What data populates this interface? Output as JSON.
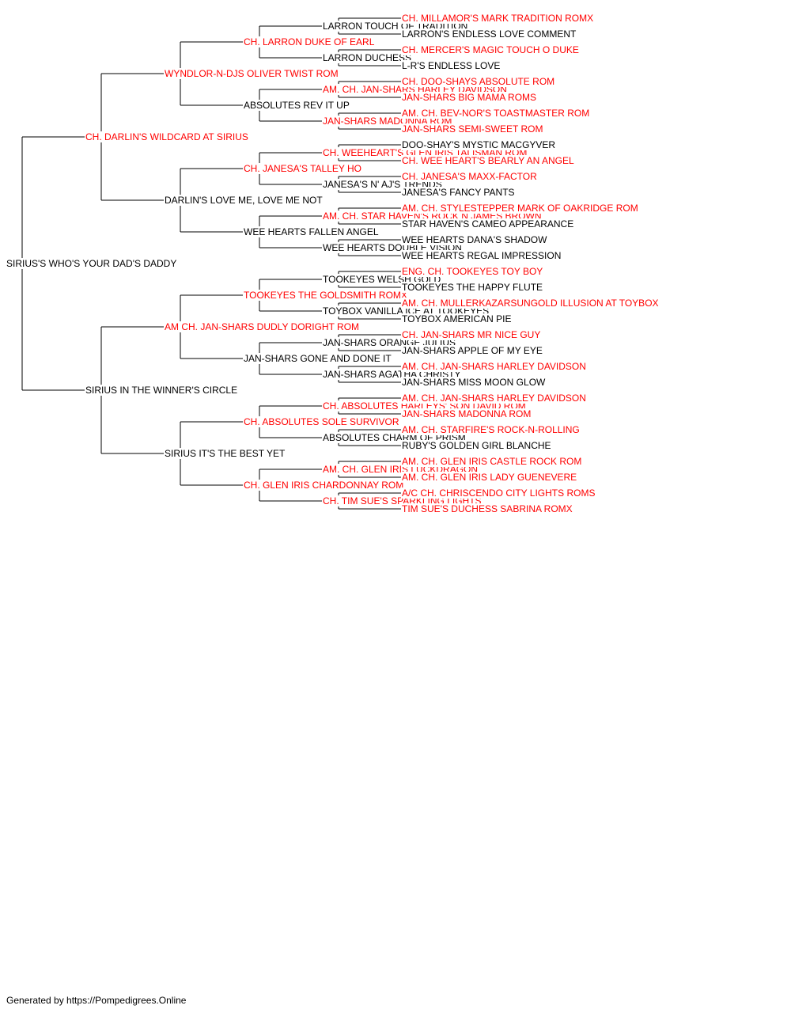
{
  "colors": {
    "champion": "#ff0000",
    "normal": "#000000",
    "line": "#000000"
  },
  "footer": "Generated by https://Pompedigrees.Online",
  "pedigree": {
    "name": "SIRIUS'S WHO'S YOUR DAD'S DADDY",
    "ch": false,
    "sire": {
      "name": "CH. DARLIN'S WILDCARD AT SIRIUS",
      "ch": true,
      "sire": {
        "name": "WYNDLOR-N-DJS OLIVER TWIST ROM",
        "ch": true,
        "sire": {
          "name": "CH. LARRON DUKE OF EARL",
          "ch": true,
          "sire": {
            "name": "LARRON TOUCH OF TRADITION",
            "ch": false,
            "sire": {
              "name": "CH. MILLAMOR'S MARK TRADITION ROMX",
              "ch": true
            },
            "dam": {
              "name": "LARRON'S ENDLESS LOVE COMMENT",
              "ch": false
            }
          },
          "dam": {
            "name": "LARRON DUCHESS",
            "ch": false,
            "sire": {
              "name": "CH. MERCER'S MAGIC TOUCH O DUKE",
              "ch": true
            },
            "dam": {
              "name": "L-R'S ENDLESS LOVE",
              "ch": false
            }
          }
        },
        "dam": {
          "name": "ABSOLUTES REV IT UP",
          "ch": false,
          "sire": {
            "name": "AM. CH. JAN-SHARS HARLEY DAVIDSON",
            "ch": true,
            "sire": {
              "name": "CH. DOO-SHAYS ABSOLUTE ROM",
              "ch": true
            },
            "dam": {
              "name": "JAN-SHARS BIG MAMA ROMS",
              "ch": true
            }
          },
          "dam": {
            "name": "JAN-SHARS MADONNA ROM",
            "ch": true,
            "sire": {
              "name": "AM. CH. BEV-NOR'S TOASTMASTER ROM",
              "ch": true
            },
            "dam": {
              "name": "JAN-SHARS SEMI-SWEET ROM",
              "ch": true
            }
          }
        }
      },
      "dam": {
        "name": "DARLIN'S LOVE ME, LOVE ME NOT",
        "ch": false,
        "sire": {
          "name": "CH. JANESA'S TALLEY HO",
          "ch": true,
          "sire": {
            "name": "CH. WEEHEART'S GLEN IRIS TALISMAN ROM",
            "ch": true,
            "sire": {
              "name": "DOO-SHAY'S MYSTIC MACGYVER",
              "ch": false
            },
            "dam": {
              "name": "CH. WEE HEART'S BEARLY AN ANGEL",
              "ch": true
            }
          },
          "dam": {
            "name": "JANESA'S N' AJ'S TRENDS",
            "ch": false,
            "sire": {
              "name": "CH. JANESA'S MAXX-FACTOR",
              "ch": true
            },
            "dam": {
              "name": "JANESA'S FANCY PANTS",
              "ch": false
            }
          }
        },
        "dam": {
          "name": "WEE HEARTS FALLEN ANGEL",
          "ch": false,
          "sire": {
            "name": "AM. CH. STAR HAVEN'S ROCK N JAMES BROWN",
            "ch": true,
            "sire": {
              "name": "AM. CH. STYLESTEPPER MARK OF OAKRIDGE ROM",
              "ch": true
            },
            "dam": {
              "name": "STAR HAVEN'S CAMEO APPEARANCE",
              "ch": false
            }
          },
          "dam": {
            "name": "WEE HEARTS DOUBLE VISION",
            "ch": false,
            "sire": {
              "name": "WEE HEARTS DANA'S SHADOW",
              "ch": false
            },
            "dam": {
              "name": "WEE HEARTS REGAL IMPRESSION",
              "ch": false
            }
          }
        }
      }
    },
    "dam": {
      "name": "SIRIUS IN THE WINNER'S CIRCLE",
      "ch": false,
      "sire": {
        "name": "AM CH. JAN-SHARS DUDLY DORIGHT ROM",
        "ch": true,
        "sire": {
          "name": "TOOKEYES THE GOLDSMITH ROMX",
          "ch": true,
          "sire": {
            "name": "TOOKEYES WELSH GOLD",
            "ch": false,
            "sire": {
              "name": "ENG. CH. TOOKEYES TOY BOY",
              "ch": true
            },
            "dam": {
              "name": "TOOKEYES THE HAPPY FLUTE",
              "ch": false
            }
          },
          "dam": {
            "name": "TOYBOX VANILLA ICE AT TOOKEYES",
            "ch": false,
            "sire": {
              "name": "AM. CH. MULLERKAZARSUNGOLD ILLUSION AT TOYBOX",
              "ch": true
            },
            "dam": {
              "name": "TOYBOX AMERICAN PIE",
              "ch": false
            }
          }
        },
        "dam": {
          "name": "JAN-SHARS GONE AND DONE IT",
          "ch": false,
          "sire": {
            "name": "JAN-SHARS ORANGE JULIUS",
            "ch": false,
            "sire": {
              "name": "CH. JAN-SHARS MR NICE GUY",
              "ch": true
            },
            "dam": {
              "name": "JAN-SHARS APPLE OF MY EYE",
              "ch": false
            }
          },
          "dam": {
            "name": "JAN-SHARS AGATHA CHRISTY",
            "ch": false,
            "sire": {
              "name": "AM. CH. JAN-SHARS HARLEY DAVIDSON",
              "ch": true
            },
            "dam": {
              "name": "JAN-SHARS MISS MOON GLOW",
              "ch": false
            }
          }
        }
      },
      "dam": {
        "name": "SIRIUS IT'S THE BEST YET",
        "ch": false,
        "sire": {
          "name": "CH. ABSOLUTES SOLE SURVIVOR",
          "ch": true,
          "sire": {
            "name": "CH. ABSOLUTES HARLEYS' SON DAVID ROM",
            "ch": true,
            "sire": {
              "name": "AM. CH. JAN-SHARS HARLEY DAVIDSON",
              "ch": true
            },
            "dam": {
              "name": "JAN-SHARS MADONNA ROM",
              "ch": true
            }
          },
          "dam": {
            "name": "ABSOLUTES CHARM OF PRISM",
            "ch": false,
            "sire": {
              "name": "AM. CH. STARFIRE'S ROCK-N-ROLLING",
              "ch": true
            },
            "dam": {
              "name": "RUBY'S GOLDEN GIRL BLANCHE",
              "ch": false
            }
          }
        },
        "dam": {
          "name": "CH. GLEN IRIS CHARDONNAY ROM",
          "ch": true,
          "sire": {
            "name": "AM. CH. GLEN IRIS LUCKDRAGON",
            "ch": true,
            "sire": {
              "name": "AM. CH. GLEN IRIS CASTLE ROCK ROM",
              "ch": true
            },
            "dam": {
              "name": "AM. CH. GLEN IRIS LADY GUENEVERE",
              "ch": true
            }
          },
          "dam": {
            "name": "CH. TIM SUE'S SPARKLING LIGHTS",
            "ch": true,
            "sire": {
              "name": "A/C CH. CHRISCENDO CITY LIGHTS ROMS",
              "ch": true
            },
            "dam": {
              "name": "TIM SUE'S DUCHESS SABRINA ROMX",
              "ch": true
            }
          }
        }
      }
    }
  }
}
